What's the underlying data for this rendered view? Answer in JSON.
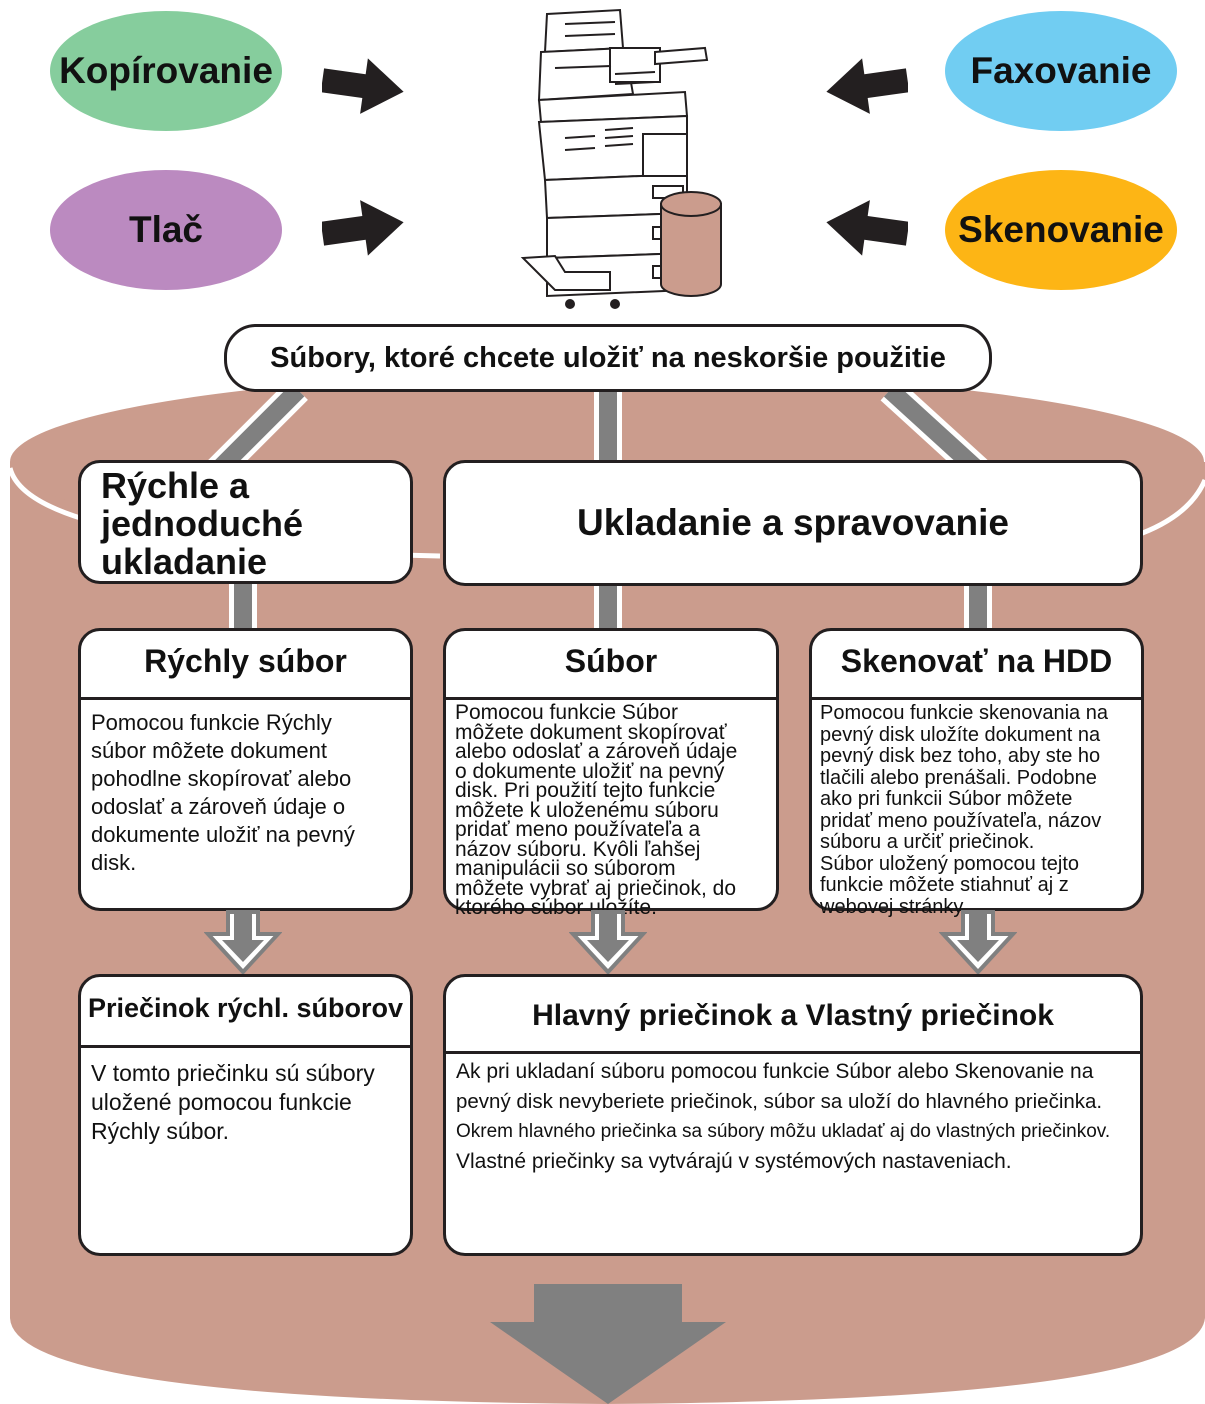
{
  "functions": {
    "copy": {
      "label": "Kopírovanie",
      "color": "#86cd9d"
    },
    "fax": {
      "label": "Faxovanie",
      "color": "#71cdf2"
    },
    "print": {
      "label": "Tlač",
      "color": "#bb8ac0"
    },
    "scan": {
      "label": "Skenovanie",
      "color": "#fdb515"
    }
  },
  "colors": {
    "drum": "#cb9c8d",
    "arrow": "#808080",
    "outline": "#231f20"
  },
  "files_label": "Súbory, ktoré chcete uložiť na neskoršie použitie",
  "quick_store": {
    "title": "Rýchle a jednoduché ukladanie"
  },
  "store_manage": {
    "title": "Ukladanie a spravovanie"
  },
  "quick_file": {
    "title": "Rýchly súbor",
    "lines": [
      "Pomocou funkcie Rýchly",
      "súbor môžete dokument",
      "pohodlne skopírovať alebo",
      "odoslať a zároveň údaje o",
      "dokumente uložiť na pevný",
      "disk."
    ]
  },
  "file": {
    "title": "Súbor",
    "lines": [
      "Pomocou funkcie Súbor",
      "môžete dokument skopírovať",
      "alebo odoslať a zároveň údaje",
      "o dokumente uložiť na pevný",
      "disk. Pri použití tejto funkcie",
      "môžete k uloženému súboru",
      "pridať meno používateľa a",
      "názov súboru. Kvôli ľahšej",
      "manipulácii so súborom",
      "môžete vybrať aj priečinok, do",
      "ktorého súbor uložíte."
    ]
  },
  "scan_hdd": {
    "title": "Skenovať na HDD",
    "lines": [
      "Pomocou funkcie skenovania na",
      "pevný disk uložíte dokument na",
      "pevný disk bez toho, aby ste ho",
      "tlačili alebo prenášali. Podobne",
      "ako pri funkcii Súbor môžete",
      "pridať meno používateľa, názov",
      "súboru a určiť priečinok.",
      "Súbor uložený pomocou tejto",
      "funkcie môžete stiahnuť aj z",
      "webovej stránky."
    ]
  },
  "quick_folder": {
    "title": "Priečinok rýchl. súborov",
    "lines": [
      "V tomto priečinku sú súbory",
      "uložené pomocou funkcie",
      "Rýchly súbor."
    ]
  },
  "main_folder": {
    "title": "Hlavný priečinok a Vlastný priečinok",
    "lines": [
      "Ak pri ukladaní súboru pomocou funkcie Súbor alebo Skenovanie na",
      "pevný disk nevyberiete priečinok, súbor sa uloží do hlavného priečinka.",
      "Okrem hlavného priečinka sa súbory môžu ukladať aj do vlastných priečinkov.",
      "Vlastné priečinky sa vytvárajú v systémových nastaveniach."
    ]
  }
}
